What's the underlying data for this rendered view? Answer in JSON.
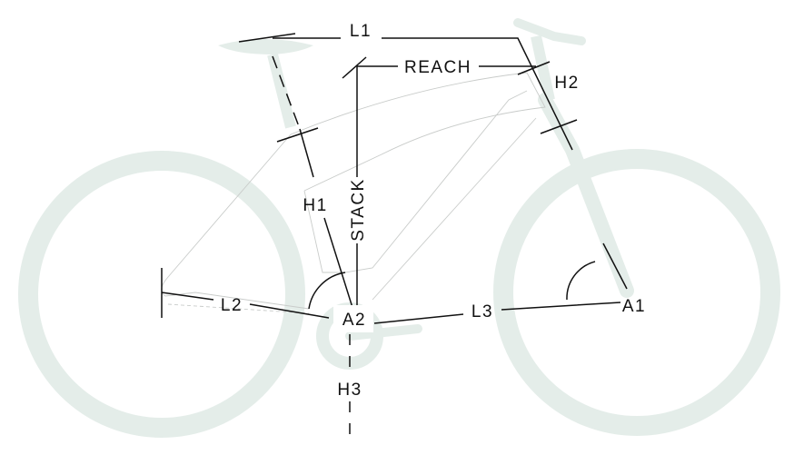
{
  "labels": {
    "l1": "L1",
    "reach": "REACH",
    "h2": "H2",
    "h1": "H1",
    "stack": "STACK",
    "l2": "L2",
    "a2": "A2",
    "l3": "L3",
    "a1": "A1",
    "h3": "H3"
  },
  "colors": {
    "bike": "#e4ede9",
    "lines": "#111111",
    "frame": "#c9ccca"
  }
}
